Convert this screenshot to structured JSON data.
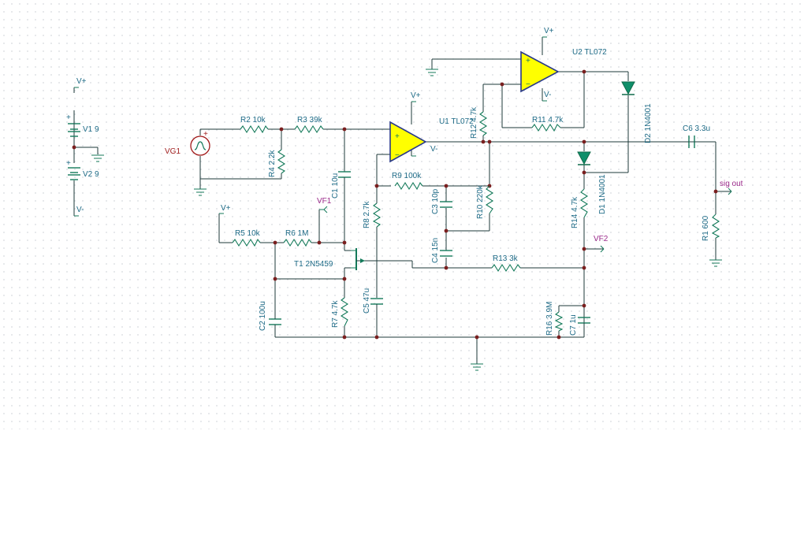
{
  "labels": {
    "v_plus": "V+",
    "v_minus": "V-",
    "plus_sign": "+",
    "minus_sign": "−",
    "v1": "V1 9",
    "v2": "V2 9",
    "vg1": "VG1",
    "r1": "R1 600",
    "r2": "R2 10k",
    "r3": "R3 39k",
    "r4": "R4 2.2k",
    "r5": "R5 10k",
    "r6": "R6 1M",
    "r7": "R7 4.7k",
    "r8": "R8 2.7k",
    "r9": "R9 100k",
    "r10": "R10 220k",
    "r11": "R11 4.7k",
    "r12": "R12 4.7k",
    "r13": "R13 3k",
    "r14": "R14 4.7k",
    "r16": "R16 3.9M",
    "c1": "C1 10u",
    "c2": "C2 100u",
    "c3": "C3 10p",
    "c4": "C4 15n",
    "c5": "C5 47u",
    "c6": "C6 3.3u",
    "c7": "C7 1u",
    "t1": "T1 2N5459",
    "u1": "U1 TL072",
    "u2": "U2 TL072",
    "d1": "D1 1N4001",
    "d2": "D2 1N4001",
    "vf1": "VF1",
    "vf2": "VF2",
    "sig_out": "sig out"
  },
  "colors": {
    "wire": "#1e3a3a",
    "component": "#147a5a",
    "label": "#1d6a86",
    "probe_label": "#9a2a8a",
    "source_label": "#a02020",
    "opamp_fill": "#ffff00",
    "opamp_stroke": "#2a3a8a",
    "diode_fill": "#0f8f6a",
    "junction": "#7a1f1f"
  }
}
